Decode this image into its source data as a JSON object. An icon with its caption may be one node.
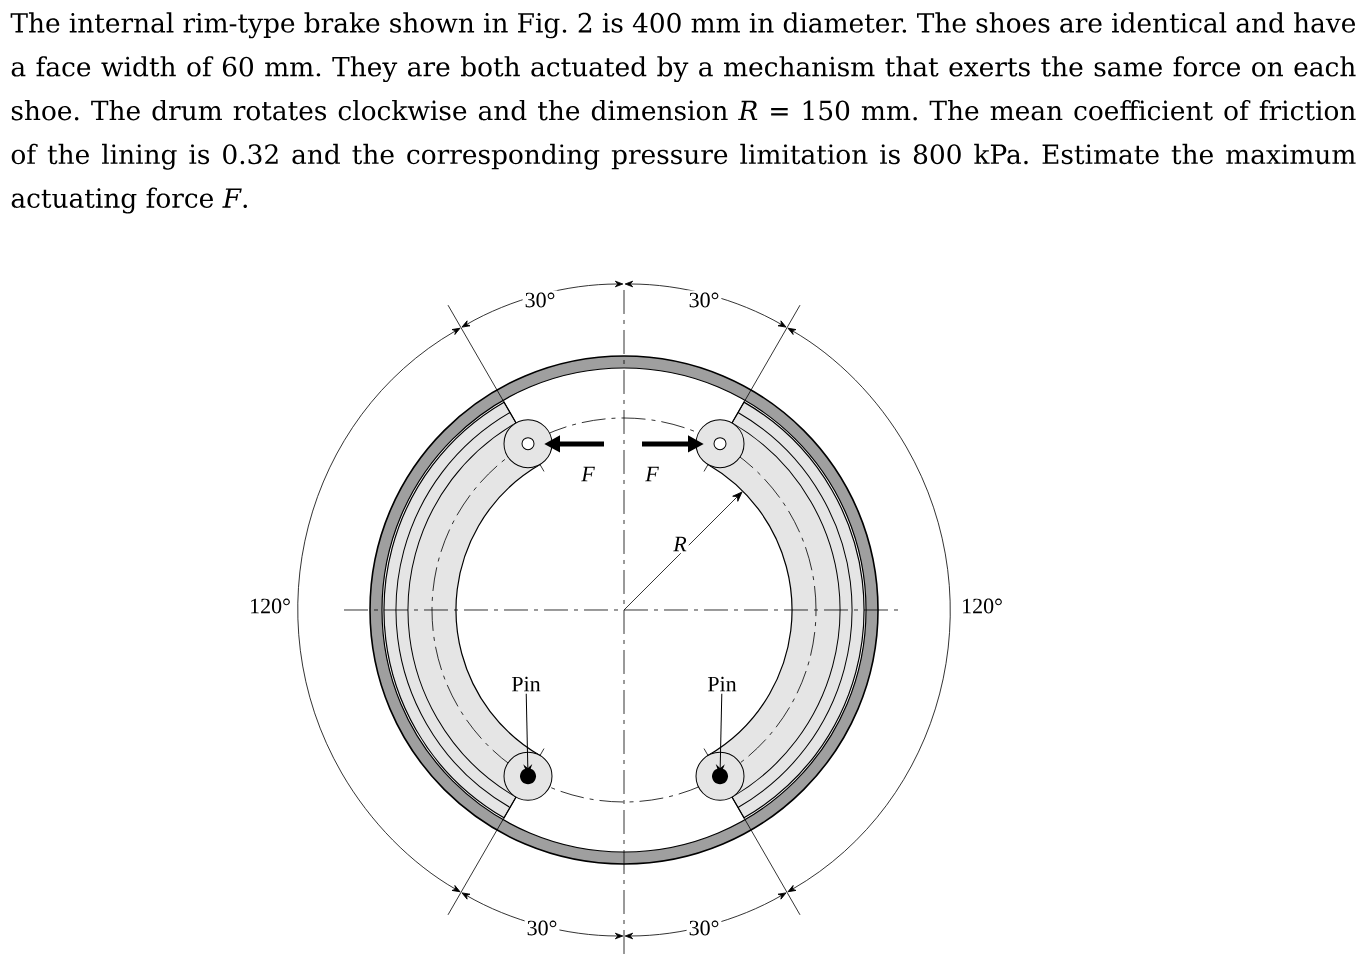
{
  "diagram": {
    "nodes": [
      {
        "text": [
          "Pin"
        ]
      },
      {
        "text": [
          "Pin"
        ]
      }
    ],
    "edges": [
      {
        "from": 0,
        "to": null,
        "arrow": "to"
      },
      {
        "from": 1,
        "to": null,
        "arrow": "to"
      }
    ],
    "labels": [
      "The internal rim-type brake shown in Fig. 2 is 400 mm in diameter. The shoes are identical and have a face width of 60 mm. They are both actuated by a mechanism that exerts the same force on each shoe. The drum rotates clockwise and the dimension *R* = 150 mm. The mean coefficient of friction of the lining is 0.32 and the corresponding pressure limitation is 800 kPa. Estimate the maximum actuating force *F*.",
      "30°",
      "30°",
      "F",
      "F",
      "R",
      "120°",
      "120°",
      "30°",
      "30°"
    ]
  }
}
